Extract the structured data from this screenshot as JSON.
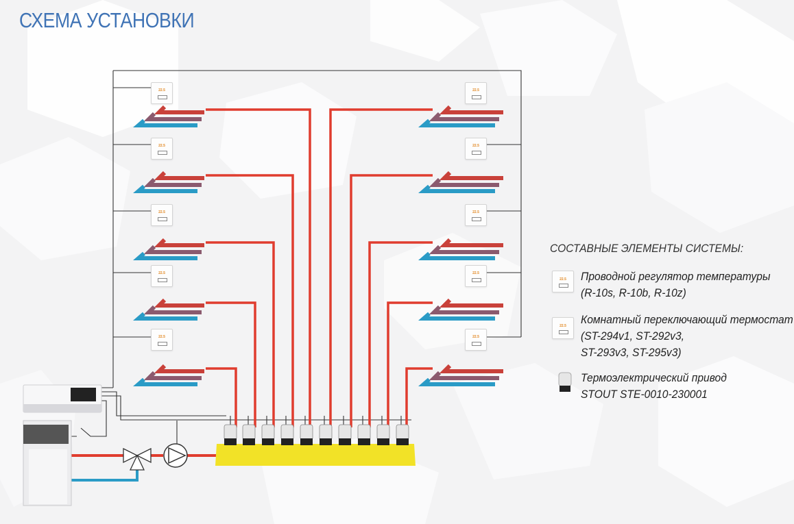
{
  "title": "СХЕМА УСТАНОВКИ",
  "thermostat_display": "22.5",
  "legend": {
    "title": "СОСТАВНЫЕ ЭЛЕМЕНТЫ СИСТЕМЫ:",
    "items": [
      {
        "icon": "wired-thermostat-icon",
        "lines": [
          "Проводной регулятор температуры",
          "(R-10s, R-10b, R-10z)"
        ]
      },
      {
        "icon": "room-thermostat-icon",
        "lines": [
          "Комнатный переключающий термостат",
          "(ST-294v1, ST-292v3,",
          "ST-293v3, ST-295v3)"
        ]
      },
      {
        "icon": "actuator-icon",
        "lines": [
          "Термоэлектрический привод",
          "STOUT STE-0010-230001"
        ]
      }
    ]
  },
  "colors": {
    "title": "#3f73b5",
    "supply_pipe": "#e03c2e",
    "return_pipe": "#2a9bc6",
    "loop_red": "#c9413a",
    "loop_mid": "#8b5a6e",
    "manifold": "#f2e227",
    "wiring": "#333333"
  }
}
